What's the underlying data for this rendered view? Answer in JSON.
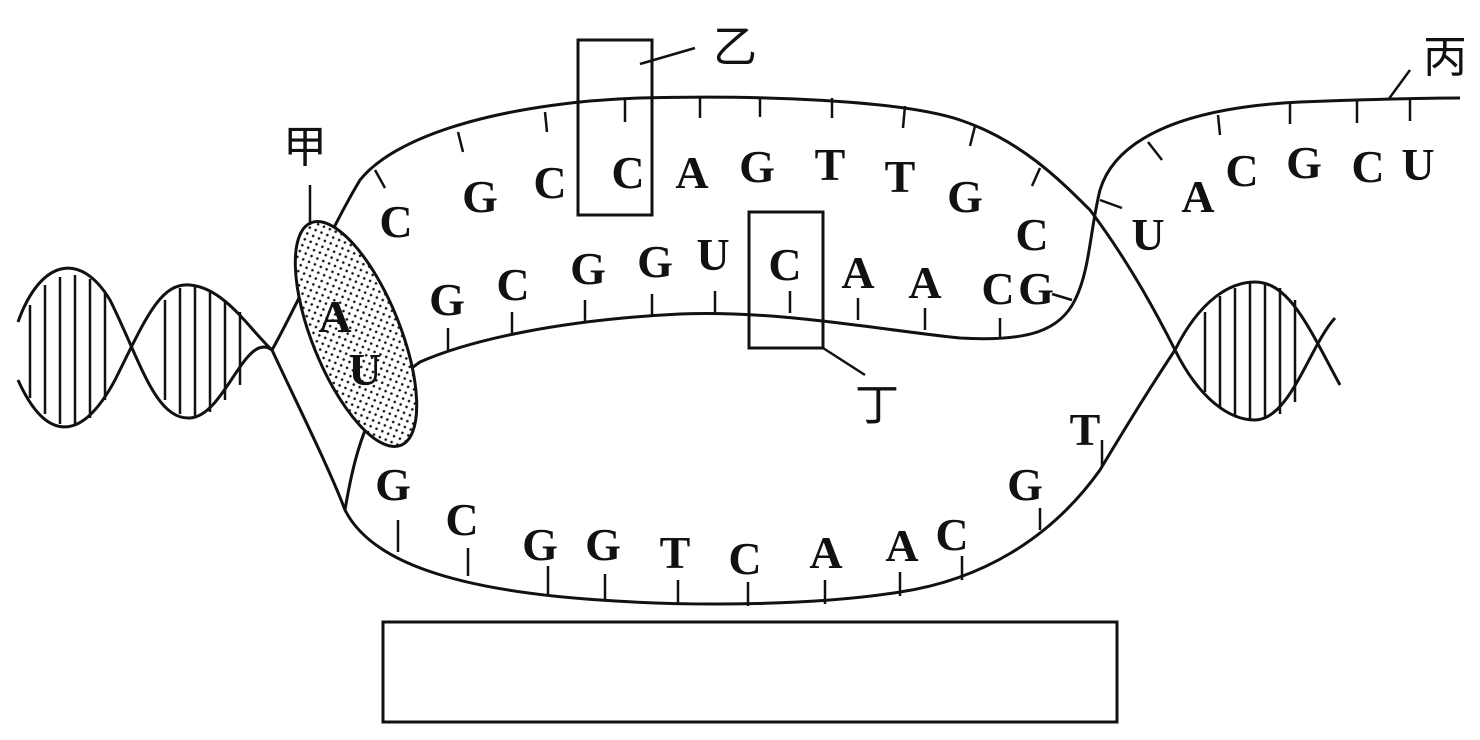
{
  "labels": {
    "jia": "甲",
    "yi": "乙",
    "bing": "丙",
    "ding": "丁"
  },
  "highlight_pair": [
    "A",
    "U"
  ],
  "top_strand": [
    "C",
    "G",
    "C",
    "C",
    "A",
    "G",
    "T",
    "T",
    "G",
    "C"
  ],
  "rna_strand": [
    "G",
    "C",
    "G",
    "G",
    "U",
    "C",
    "A",
    "A",
    "C",
    "G"
  ],
  "rna_tail": [
    "U",
    "A",
    "C",
    "G",
    "C",
    "U"
  ],
  "bottom_strand": [
    "G",
    "C",
    "G",
    "G",
    "T",
    "C",
    "A",
    "A",
    "C",
    "G",
    "T"
  ],
  "answer_box": ""
}
